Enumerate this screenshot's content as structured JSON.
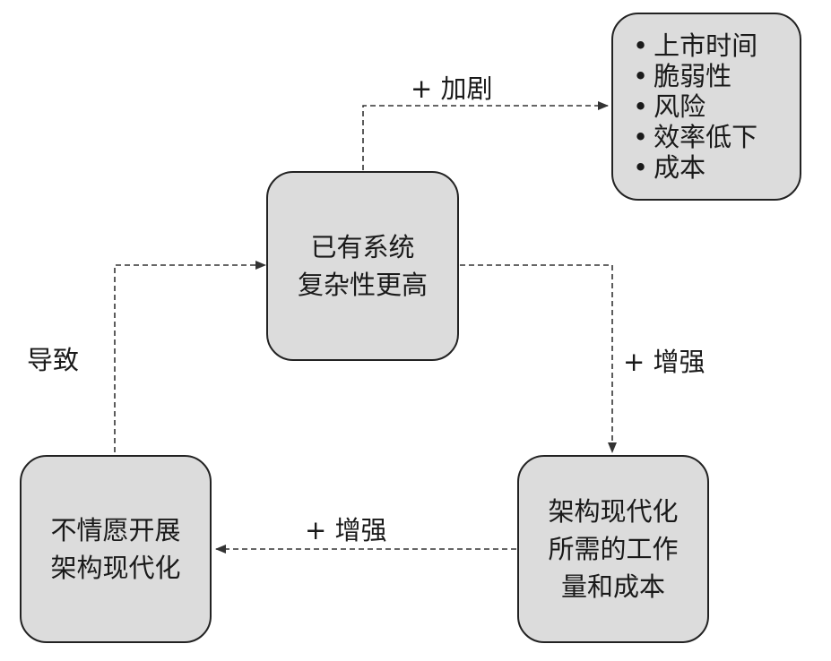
{
  "nodes": {
    "effects": {
      "items": [
        "上市时间",
        "脆弱性",
        "风险",
        "效率低下",
        "成本"
      ]
    },
    "complexity": {
      "lines": [
        "已有系统",
        "复杂性更高"
      ]
    },
    "effort": {
      "lines": [
        "架构现代化",
        "所需的工作",
        "量和成本"
      ]
    },
    "reluctance": {
      "lines": [
        "不情愿开展",
        "架构现代化"
      ]
    }
  },
  "edges": {
    "aggravates": "+ 加剧",
    "reinforces_right": "+ 增强",
    "reinforces_bottom": "+ 增强",
    "leads_to": "导致"
  }
}
